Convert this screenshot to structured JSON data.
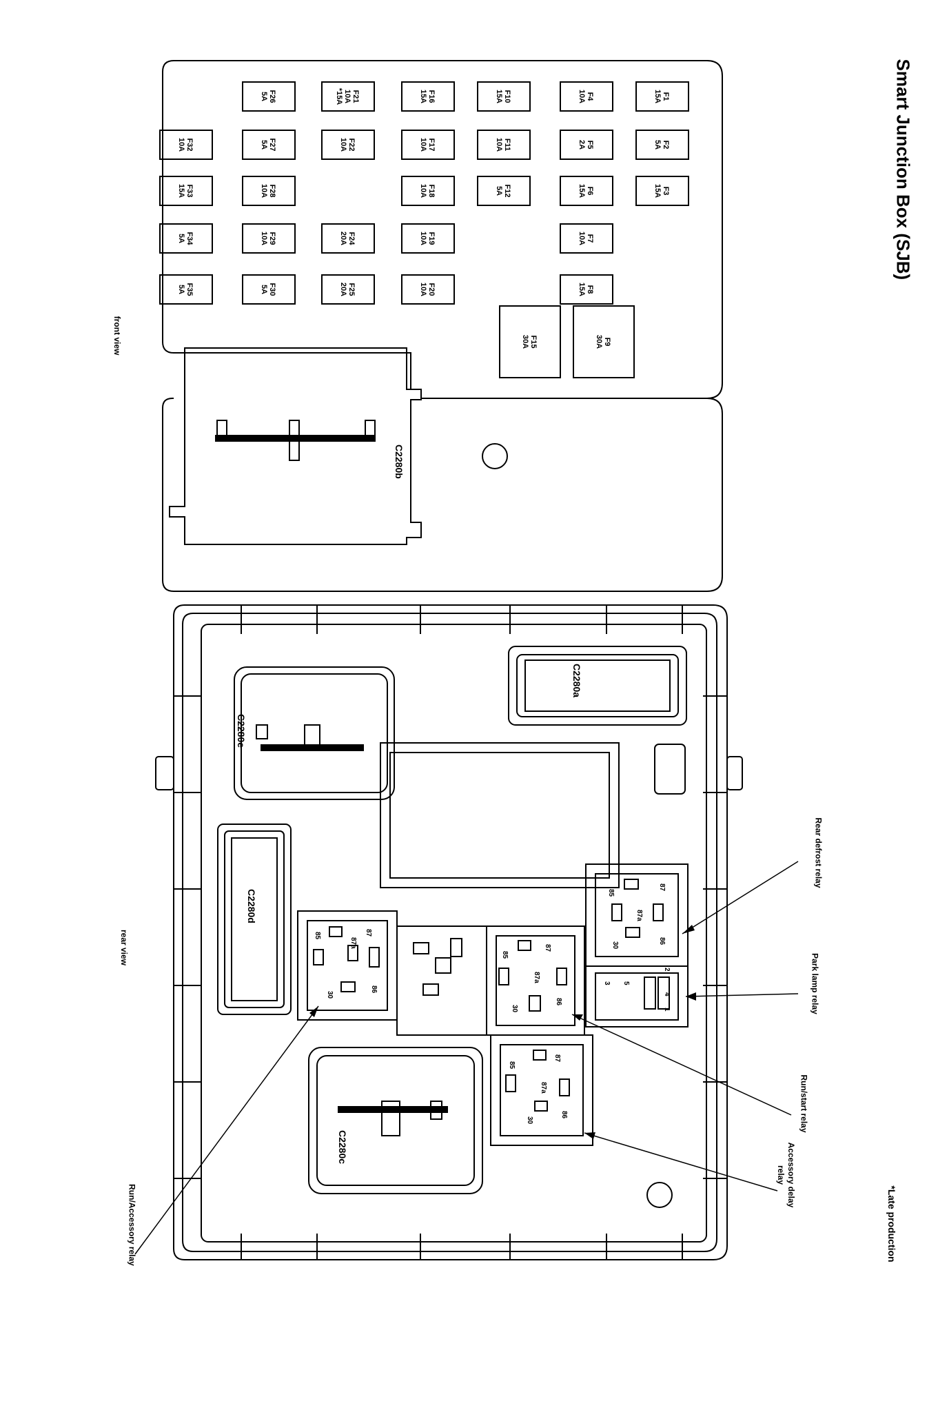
{
  "title": "Smart Junction Box (SJB)",
  "front_view_label": "front view",
  "rear_view_label": "rear view",
  "footnote": "*Late production",
  "fuses": [
    {
      "id": "F1",
      "rating": "15A"
    },
    {
      "id": "F2",
      "rating": "5A"
    },
    {
      "id": "F3",
      "rating": "15A"
    },
    {
      "id": "F4",
      "rating": "10A"
    },
    {
      "id": "F5",
      "rating": "2A"
    },
    {
      "id": "F6",
      "rating": "15A"
    },
    {
      "id": "F7",
      "rating": "10A"
    },
    {
      "id": "F8",
      "rating": "15A"
    },
    {
      "id": "F9",
      "rating": "30A"
    },
    {
      "id": "F10",
      "rating": "15A"
    },
    {
      "id": "F11",
      "rating": "10A"
    },
    {
      "id": "F12",
      "rating": "5A"
    },
    {
      "id": "F15",
      "rating": "30A"
    },
    {
      "id": "F16",
      "rating": "15A"
    },
    {
      "id": "F17",
      "rating": "10A"
    },
    {
      "id": "F18",
      "rating": "10A"
    },
    {
      "id": "F19",
      "rating": "10A"
    },
    {
      "id": "F20",
      "rating": "10A"
    },
    {
      "id": "F21",
      "rating": "10A",
      "note": "*15A"
    },
    {
      "id": "F22",
      "rating": "10A"
    },
    {
      "id": "F24",
      "rating": "20A"
    },
    {
      "id": "F25",
      "rating": "20A"
    },
    {
      "id": "F26",
      "rating": "5A"
    },
    {
      "id": "F27",
      "rating": "5A"
    },
    {
      "id": "F28",
      "rating": "10A"
    },
    {
      "id": "F29",
      "rating": "10A"
    },
    {
      "id": "F30",
      "rating": "5A"
    },
    {
      "id": "F32",
      "rating": "10A"
    },
    {
      "id": "F33",
      "rating": "15A"
    },
    {
      "id": "F34",
      "rating": "5A"
    },
    {
      "id": "F35",
      "rating": "5A"
    }
  ],
  "connectors": {
    "front": "C2280b",
    "rear_top": "C2280e",
    "rear_right": "C2280a",
    "rear_left": "C2280d",
    "rear_bottom": "C2280c"
  },
  "relays": [
    {
      "name": "Rear defrost relay",
      "pins": [
        "87",
        "85",
        "87a",
        "86",
        "30"
      ]
    },
    {
      "name": "Park lamp relay",
      "pins": [
        "2",
        "4",
        "1",
        "3",
        "5"
      ]
    },
    {
      "name": "Run/start relay",
      "pins": [
        "87",
        "85",
        "87a",
        "86",
        "30"
      ]
    },
    {
      "name": "Accessory delay relay",
      "pins": [
        "87",
        "85",
        "87a",
        "86",
        "30"
      ]
    },
    {
      "name": "Run/Accessory relay",
      "pins": [
        "87",
        "85",
        "87a",
        "86",
        "30"
      ]
    }
  ]
}
